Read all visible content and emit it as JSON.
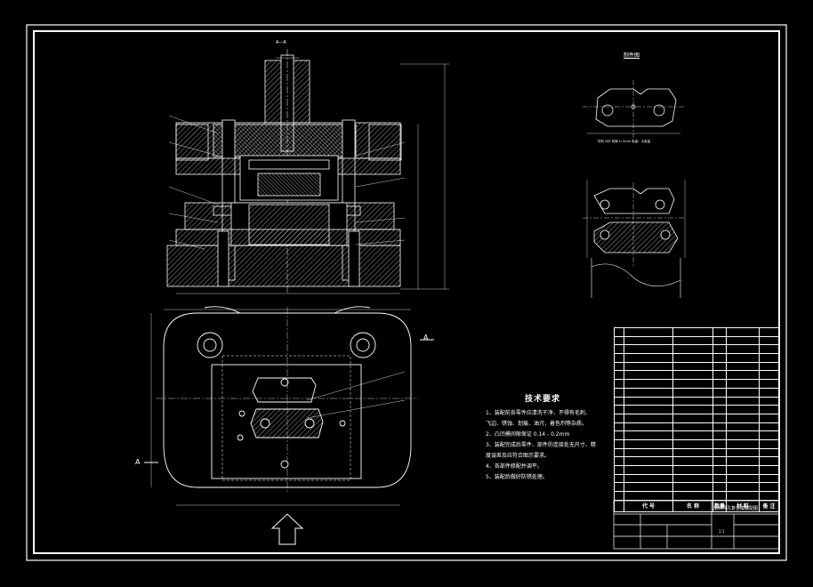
{
  "drawing": {
    "section_view_label": "A—A",
    "section_mark_letter": "A",
    "part_drawing_label": "制件图",
    "part_note": "材料  08F  料厚 t=2mm 批量：大批量",
    "technical_requirements": {
      "title": "技术要求",
      "items": [
        "1、装配前各零件应清洗干净，不得有毛刺、",
        "  飞边、锈蚀、划痕、油污，着色剂等杂质。",
        "2、凸凹模间隙保证  0.14 - 0.2mm",
        "3、装配完成后零件、部件的连接处无尺寸、精",
        "  度误差及应符合图示要求。",
        "4、各部件修配并调平。",
        "5、装配后做好防锈处理。"
      ]
    },
    "bom_header": {
      "no": "代 号",
      "name": "名 称",
      "qty": "数量",
      "material": "材 料",
      "remark": "备 注"
    },
    "title_block": {
      "title": "落料冲孔复合模装配图",
      "scale": "1:1"
    }
  }
}
